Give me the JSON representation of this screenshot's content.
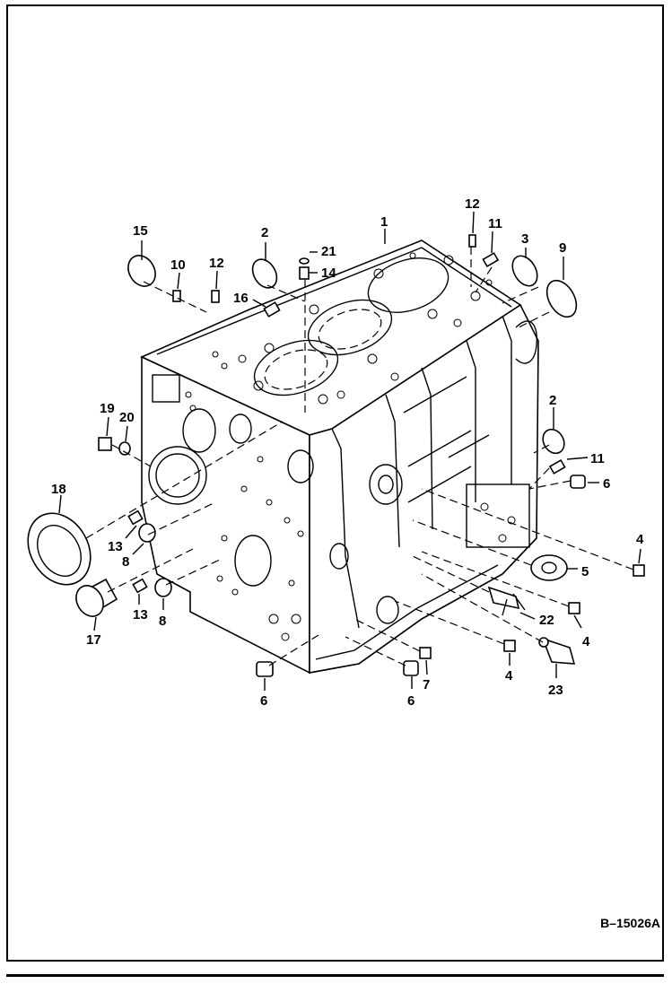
{
  "callouts": [
    {
      "id": "c1",
      "text": "1"
    },
    {
      "id": "c2a",
      "text": "2"
    },
    {
      "id": "c2b",
      "text": "2"
    },
    {
      "id": "c3",
      "text": "3"
    },
    {
      "id": "c4a",
      "text": "4"
    },
    {
      "id": "c4b",
      "text": "4"
    },
    {
      "id": "c4c",
      "text": "4"
    },
    {
      "id": "c5",
      "text": "5"
    },
    {
      "id": "c6a",
      "text": "6"
    },
    {
      "id": "c6b",
      "text": "6"
    },
    {
      "id": "c6c",
      "text": "6"
    },
    {
      "id": "c7",
      "text": "7"
    },
    {
      "id": "c8a",
      "text": "8"
    },
    {
      "id": "c8b",
      "text": "8"
    },
    {
      "id": "c9",
      "text": "9"
    },
    {
      "id": "c10",
      "text": "10"
    },
    {
      "id": "c11a",
      "text": "11"
    },
    {
      "id": "c11b",
      "text": "11"
    },
    {
      "id": "c12a",
      "text": "12"
    },
    {
      "id": "c12b",
      "text": "12"
    },
    {
      "id": "c13a",
      "text": "13"
    },
    {
      "id": "c13b",
      "text": "13"
    },
    {
      "id": "c14",
      "text": "14"
    },
    {
      "id": "c15",
      "text": "15"
    },
    {
      "id": "c16",
      "text": "16"
    },
    {
      "id": "c17",
      "text": "17"
    },
    {
      "id": "c18",
      "text": "18"
    },
    {
      "id": "c19",
      "text": "19"
    },
    {
      "id": "c20",
      "text": "20"
    },
    {
      "id": "c21",
      "text": "21"
    },
    {
      "id": "c22",
      "text": "22"
    },
    {
      "id": "c23",
      "text": "23"
    }
  ],
  "drawing_ref": "B–15026A"
}
